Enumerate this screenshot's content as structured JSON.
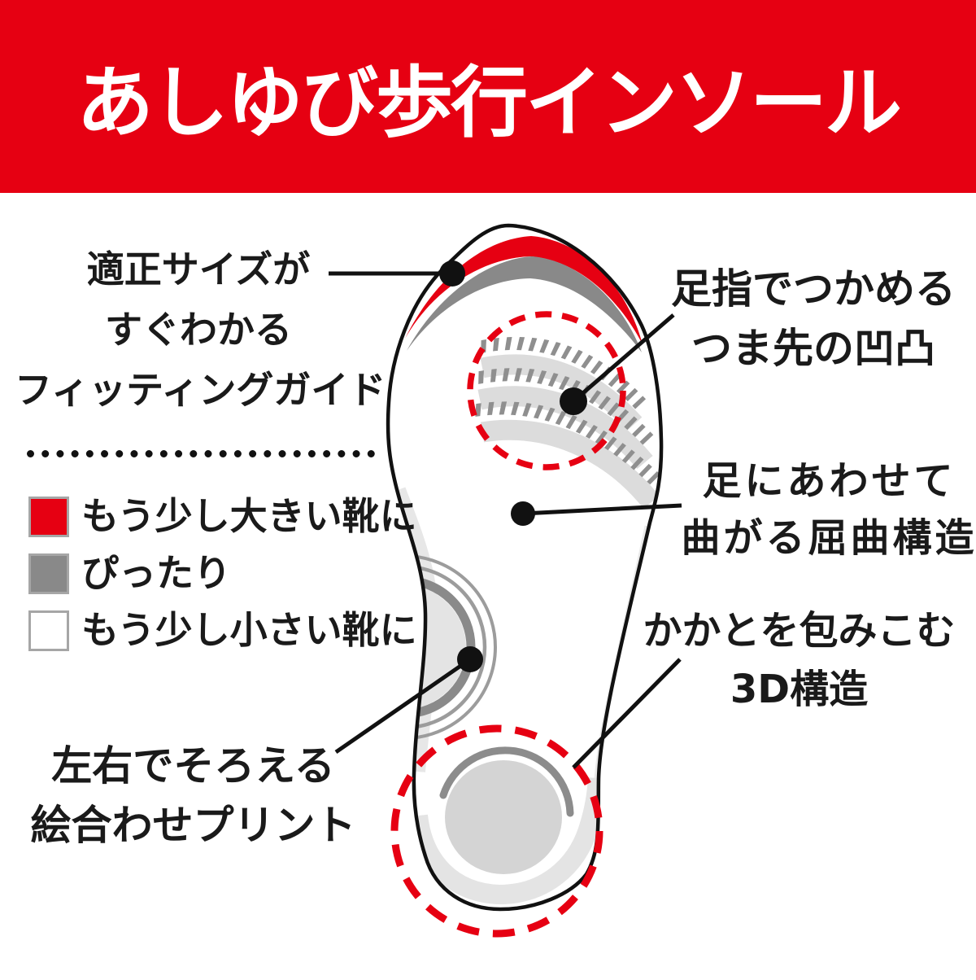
{
  "banner": {
    "title": "あしゆび歩行インソール",
    "bg_color": "#e60012",
    "text_color": "#ffffff"
  },
  "fitting_guide": {
    "lines": [
      "適正サイズが",
      "すぐわかる",
      "フィッティングガイド"
    ]
  },
  "legend": {
    "items": [
      {
        "label": "もう少し大きい靴に",
        "color": "#e60012"
      },
      {
        "label": "ぴったり",
        "color": "#898989"
      },
      {
        "label": "もう少し小さい靴に",
        "color": "#ffffff"
      }
    ]
  },
  "callouts": {
    "toe_grip": {
      "lines": [
        "足指でつかめる",
        "つま先の凹凸"
      ]
    },
    "flex": {
      "lines": [
        "足にあわせて",
        "曲がる屈曲構造"
      ]
    },
    "heel": {
      "lines": [
        "かかとを包みこむ",
        "3D構造"
      ]
    },
    "print": {
      "lines": [
        "左右でそろえる",
        "絵合わせプリント"
      ]
    }
  },
  "illustration": {
    "name": "insole-top-view",
    "highlight_color": "#e60012",
    "fit_band_colors": {
      "large": "#e60012",
      "fit": "#898989"
    }
  }
}
